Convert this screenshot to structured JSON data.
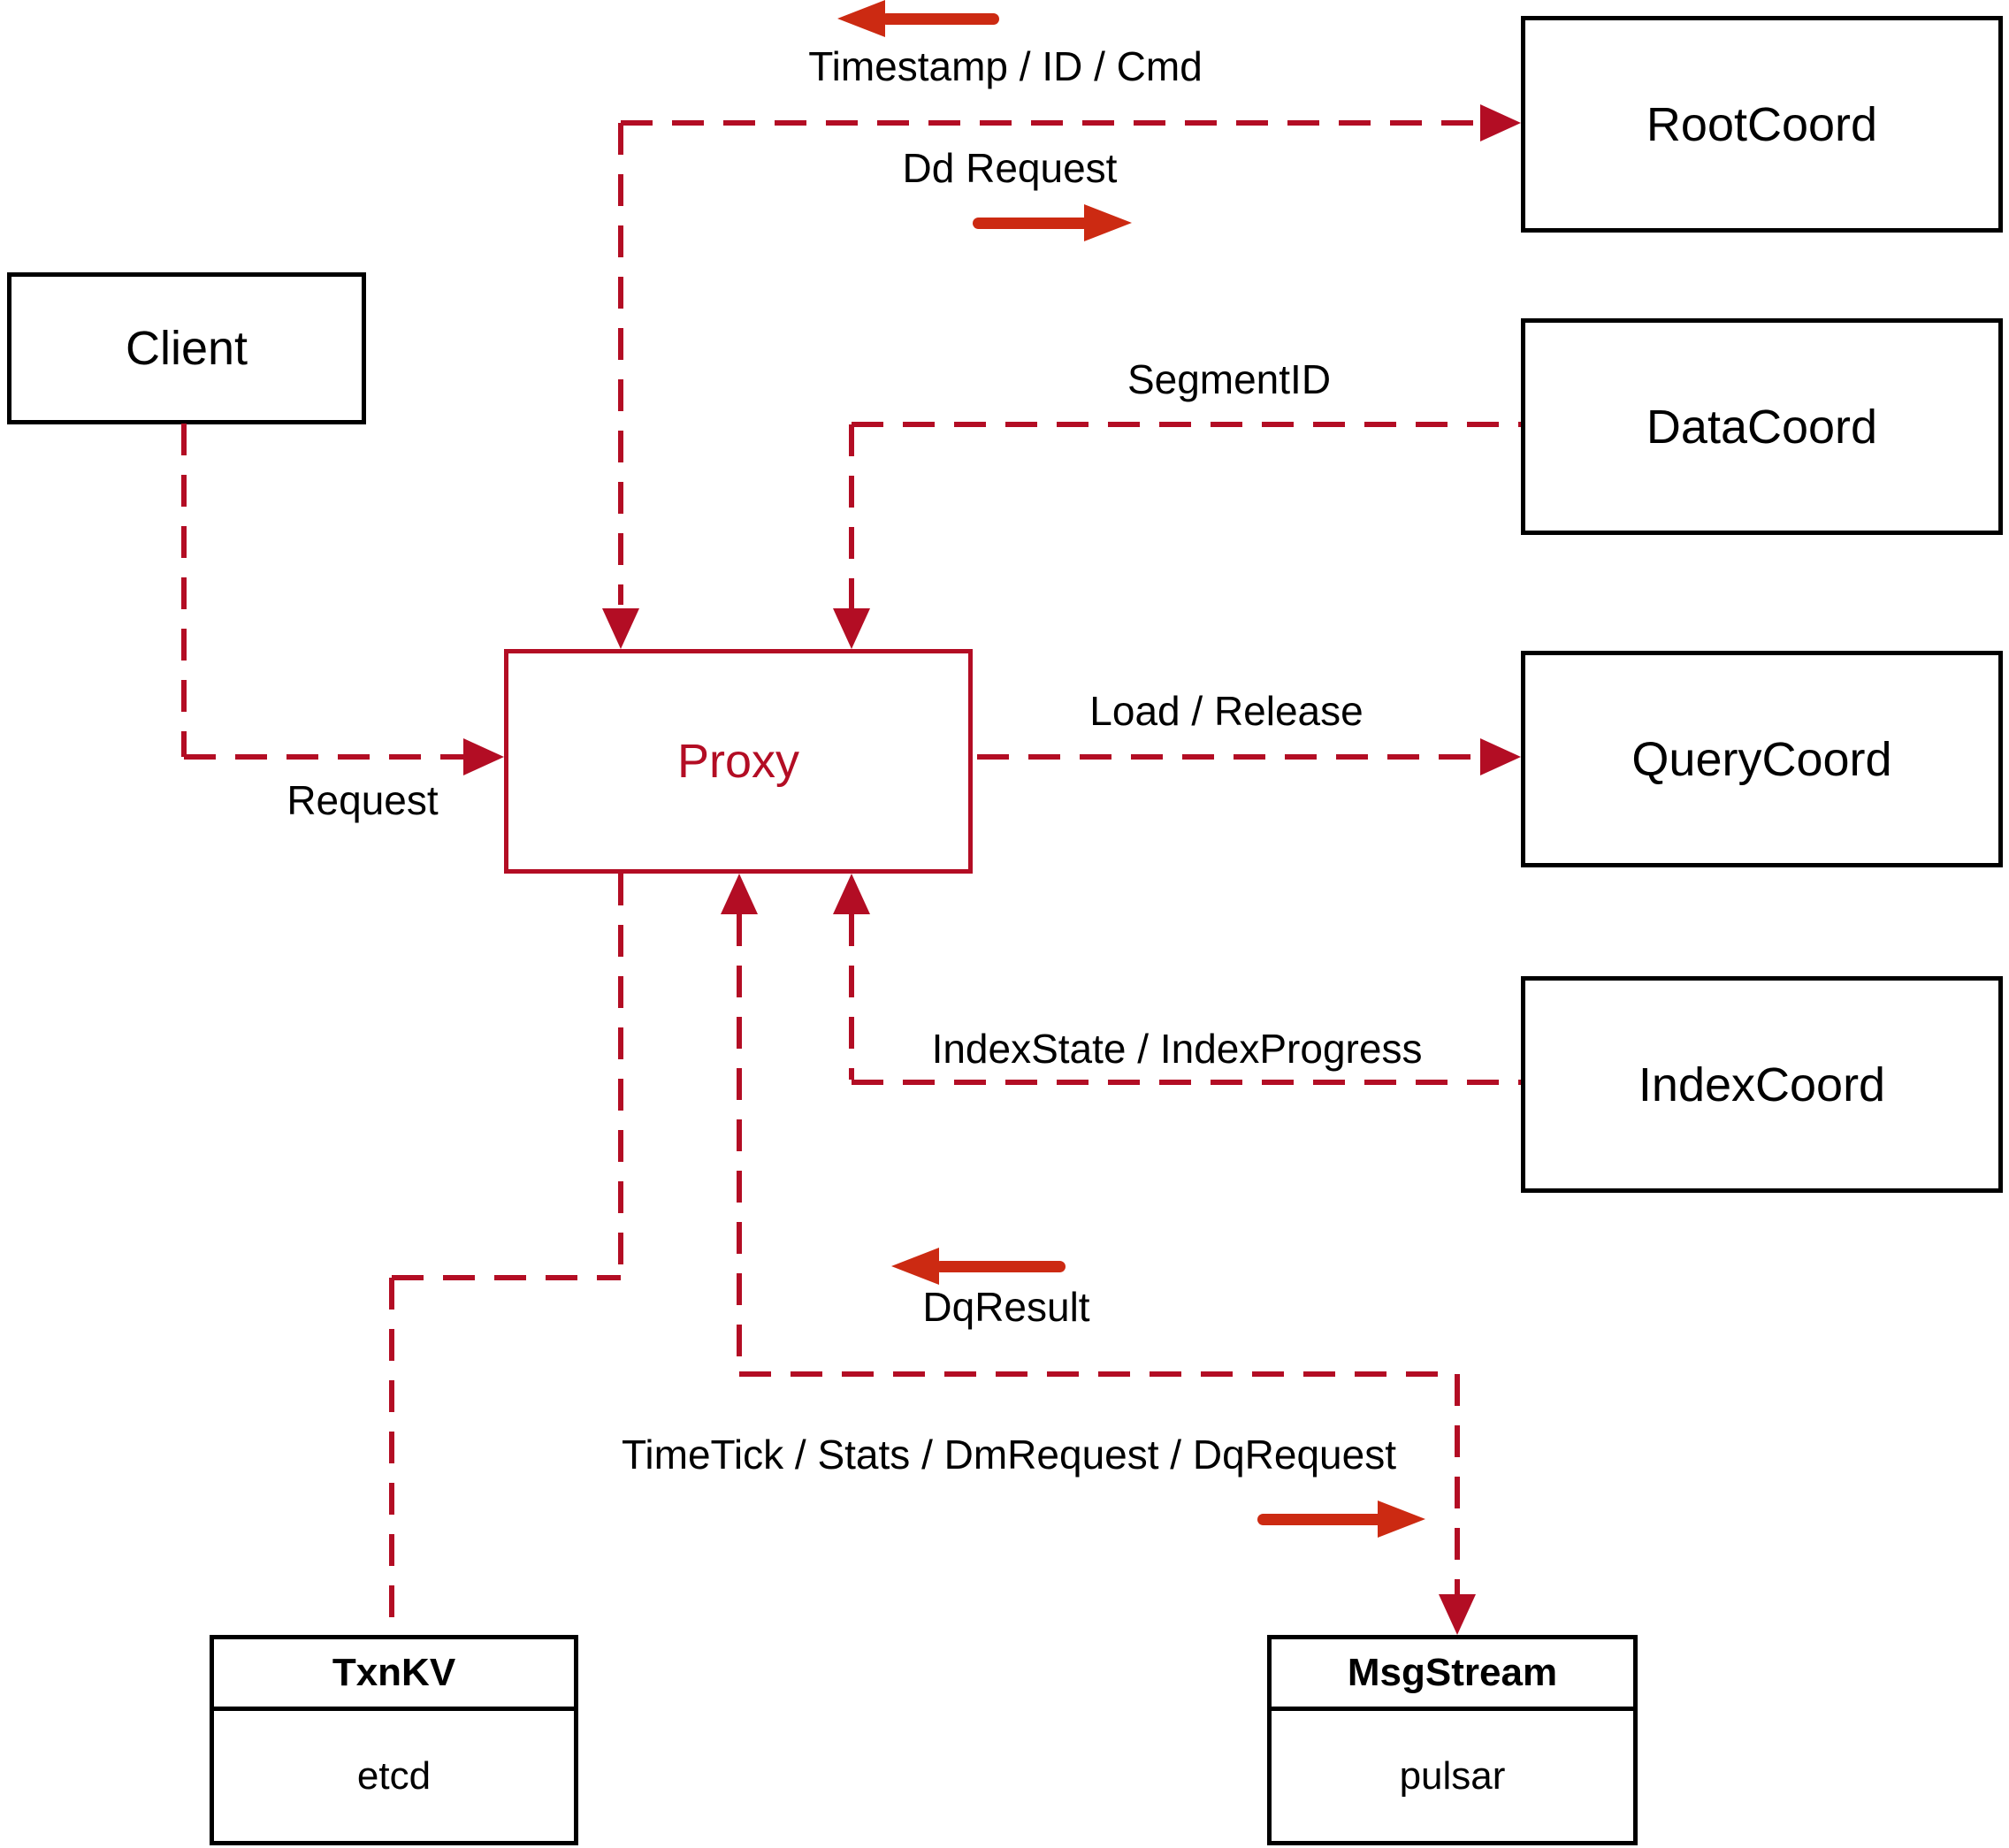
{
  "colors": {
    "dashed_line": "#b30d24",
    "solid_arrow": "#cc2a12",
    "ink": "#000000",
    "background": "#ffffff"
  },
  "nodes": {
    "client": {
      "label": "Client"
    },
    "proxy": {
      "label": "Proxy"
    },
    "root_coord": {
      "label": "RootCoord"
    },
    "data_coord": {
      "label": "DataCoord"
    },
    "query_coord": {
      "label": "QueryCoord"
    },
    "index_coord": {
      "label": "IndexCoord"
    },
    "txn_kv": {
      "title": "TxnKV",
      "impl": "etcd"
    },
    "msg_stream": {
      "title": "MsgStream",
      "impl": "pulsar"
    }
  },
  "edges": {
    "timestamp": {
      "label": "Timestamp / ID / Cmd"
    },
    "dd_request": {
      "label": "Dd Request"
    },
    "segment_id": {
      "label": "SegmentID"
    },
    "load_release": {
      "label": "Load / Release"
    },
    "request": {
      "label": "Request"
    },
    "index_state": {
      "label": "IndexState / IndexProgress"
    },
    "dq_result": {
      "label": "DqResult"
    },
    "time_tick": {
      "label": "TimeTick / Stats / DmRequest / DqRequest"
    }
  }
}
